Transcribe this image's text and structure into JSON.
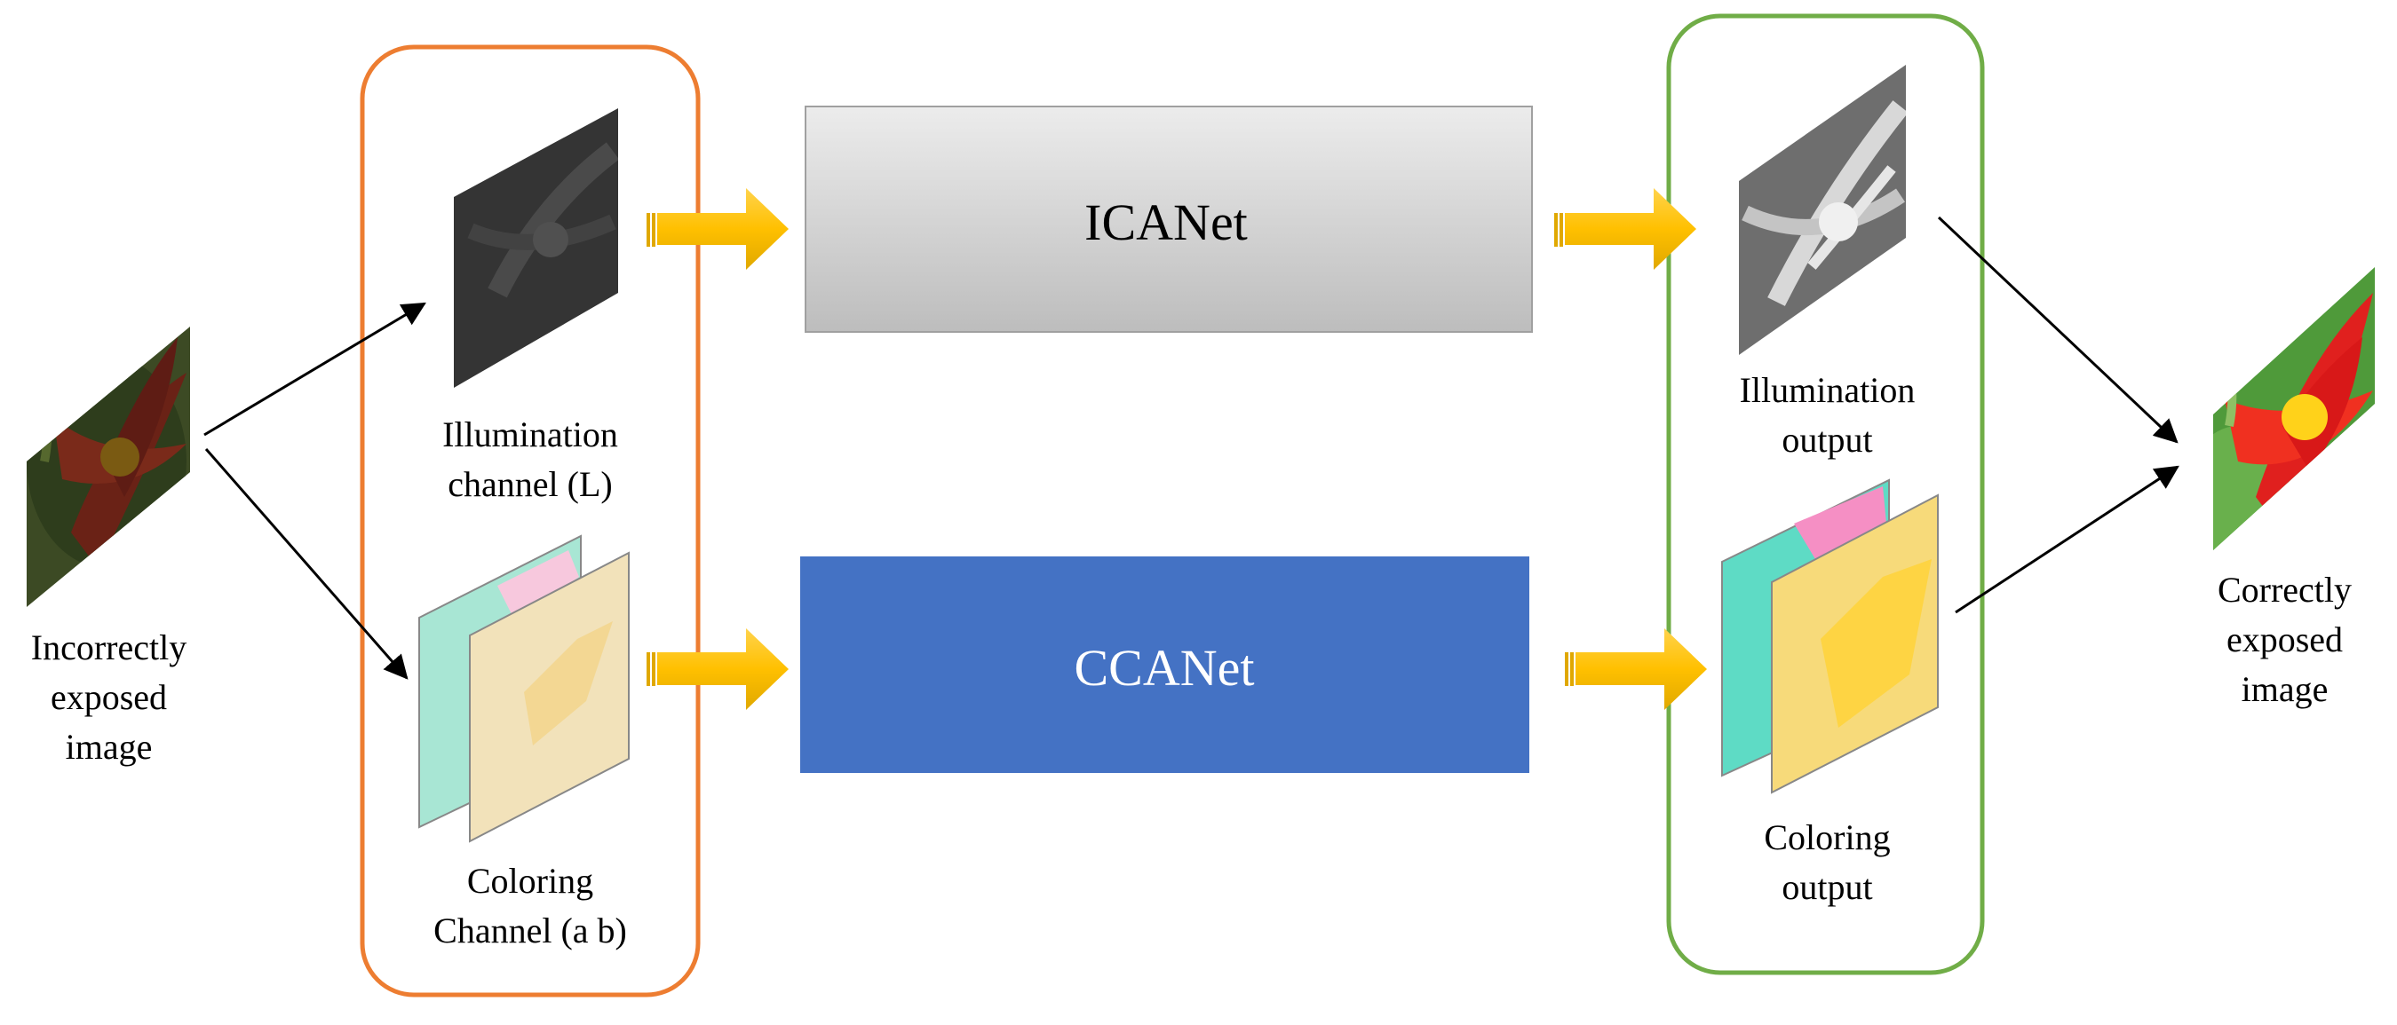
{
  "input": {
    "label_lines": [
      "Incorrectly",
      "exposed",
      "image"
    ]
  },
  "decomposition_group": {
    "border_color": "#ED7D31",
    "illumination_label_lines": [
      "Illumination",
      "channel  (L)"
    ],
    "coloring_label_lines": [
      "Coloring",
      "Channel  (a b)"
    ]
  },
  "networks": {
    "ican": {
      "label": "ICANet",
      "fill": "#D0D0D0",
      "text_color": "#000000"
    },
    "ccan": {
      "label": "CCANet",
      "fill": "#4472C4",
      "text_color": "#FFFFFF"
    }
  },
  "output_group": {
    "border_color": "#70AD47",
    "illumination_label_lines": [
      "Illumination",
      "output"
    ],
    "coloring_label_lines": [
      "Coloring",
      "output"
    ]
  },
  "output": {
    "label_lines": [
      "Correctly",
      "exposed",
      "image"
    ]
  },
  "arrow_color": "#FFC000",
  "icons": [
    "flower-image",
    "grayscale-layer",
    "color-layer",
    "block-arrow"
  ]
}
